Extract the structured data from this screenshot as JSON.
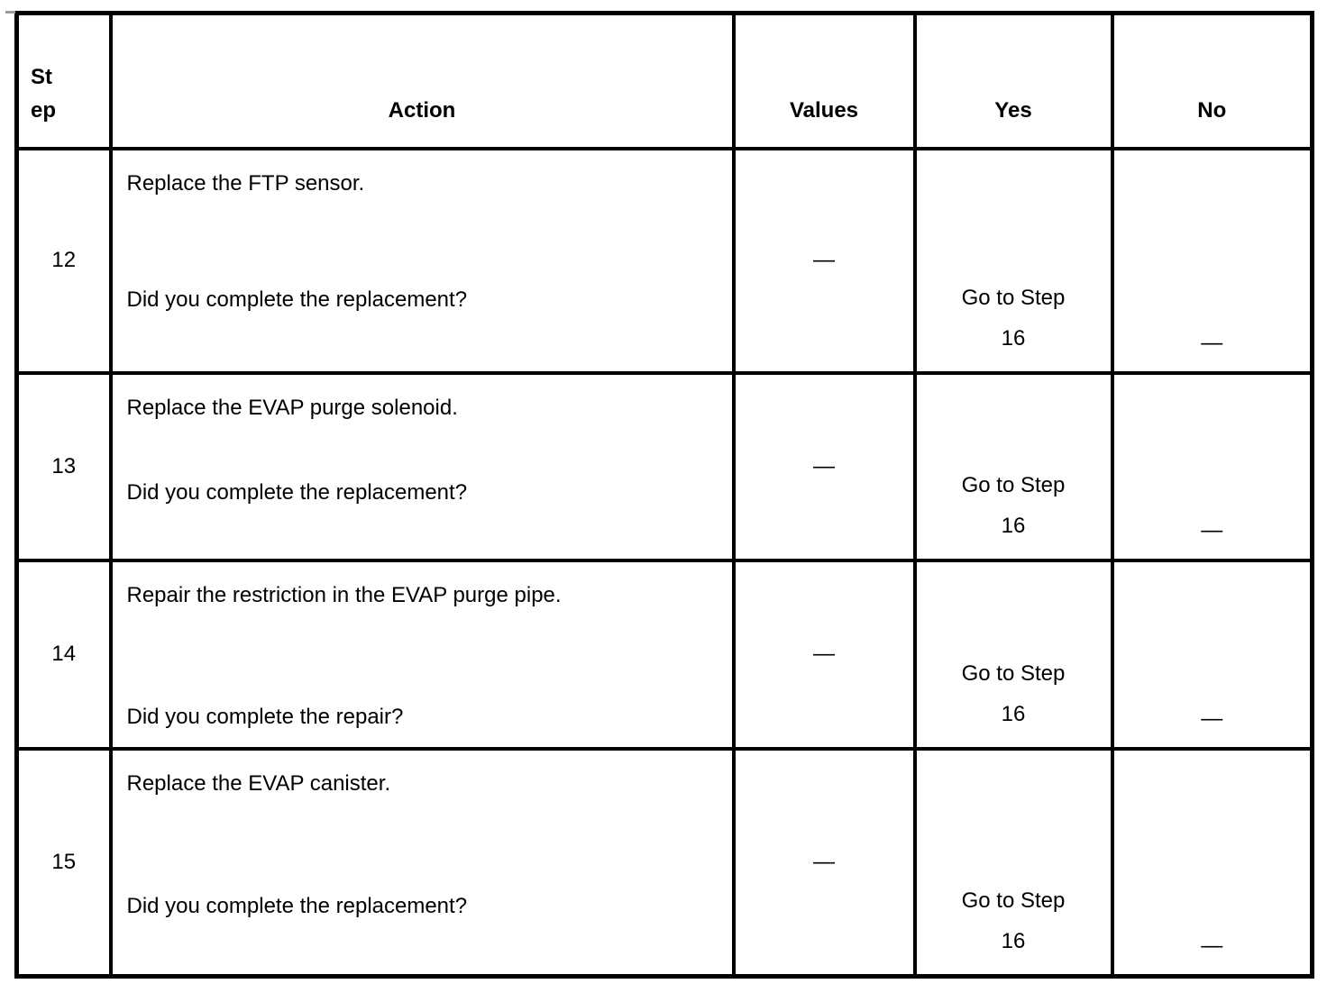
{
  "table": {
    "headers": {
      "step": "St\nep",
      "action": "Action",
      "values": "Values",
      "yes": "Yes",
      "no": "No"
    },
    "rows": [
      {
        "step": "12",
        "action": "Replace the FTP sensor.",
        "question": "Did you complete the replacement?",
        "values": "—",
        "yes": "Go to Step\n16",
        "no": "—"
      },
      {
        "step": "13",
        "action": "Replace the EVAP purge solenoid.",
        "question": "Did you complete the replacement?",
        "values": "—",
        "yes": "Go to Step\n16",
        "no": "—"
      },
      {
        "step": "14",
        "action": "Repair the restriction in the EVAP purge pipe.",
        "question": "Did you complete the repair?",
        "values": "—",
        "yes": "Go to Step\n16",
        "no": "—"
      },
      {
        "step": "15",
        "action": "Replace the EVAP canister.",
        "question": "Did you complete the replacement?",
        "values": "—",
        "yes": "Go to Step\n16",
        "no": "—"
      }
    ]
  }
}
